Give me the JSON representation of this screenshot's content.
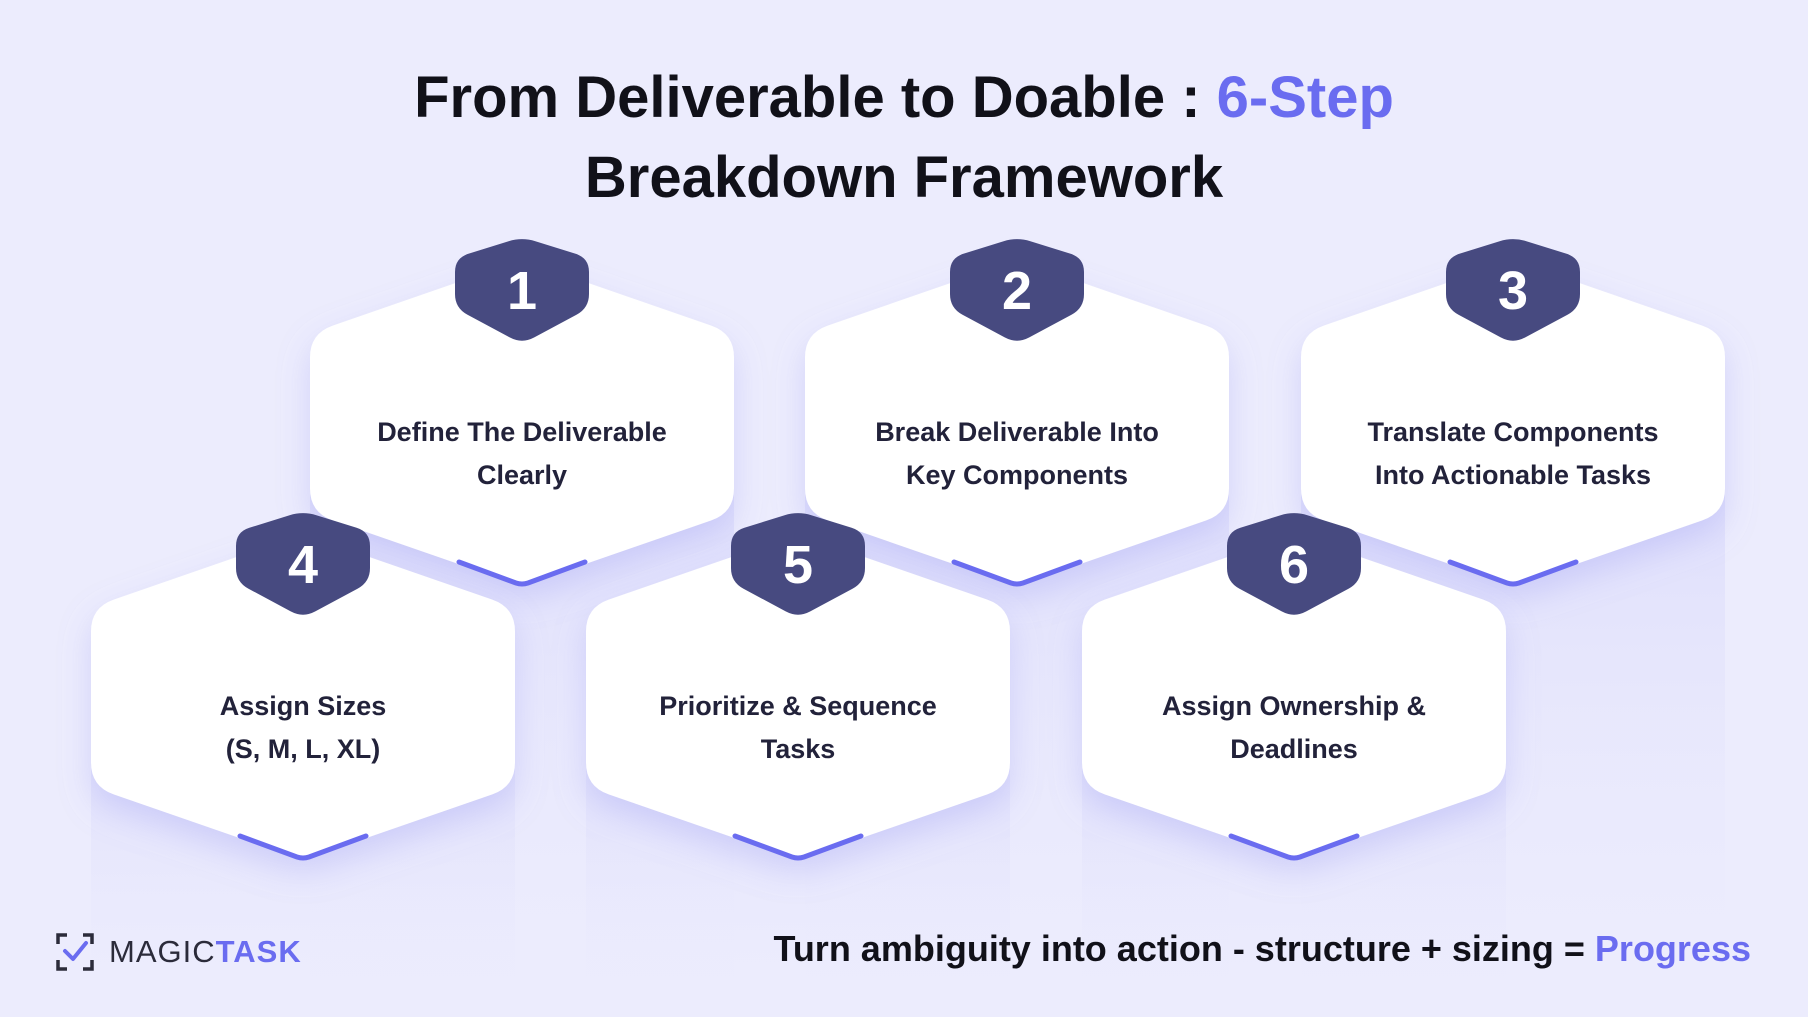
{
  "title": {
    "part1": "From Deliverable to Doable : ",
    "accent": "6-Step",
    "line2": "Breakdown Framework"
  },
  "steps": [
    {
      "number": "1",
      "line1": "Define The Deliverable",
      "line2": "Clearly"
    },
    {
      "number": "2",
      "line1": "Break Deliverable Into",
      "line2": "Key Components"
    },
    {
      "number": "3",
      "line1": "Translate Components",
      "line2": "Into Actionable Tasks"
    },
    {
      "number": "4",
      "line1": "Assign Sizes",
      "line2": "(S, M, L, XL)"
    },
    {
      "number": "5",
      "line1": "Prioritize & Sequence",
      "line2": "Tasks"
    },
    {
      "number": "6",
      "line1": "Assign Ownership &",
      "line2": "Deadlines"
    }
  ],
  "logo": {
    "light": "MAGIC",
    "strong": "TASK",
    "icon": "checkbox-frame-icon"
  },
  "tagline": {
    "text": "Turn ambiguity into action - structure + sizing = ",
    "accent": "Progress"
  },
  "colors": {
    "background": "#ececfd",
    "accent": "#6a6cf0",
    "badge": "#474a80",
    "card": "#ffffff",
    "text": "#111119"
  }
}
